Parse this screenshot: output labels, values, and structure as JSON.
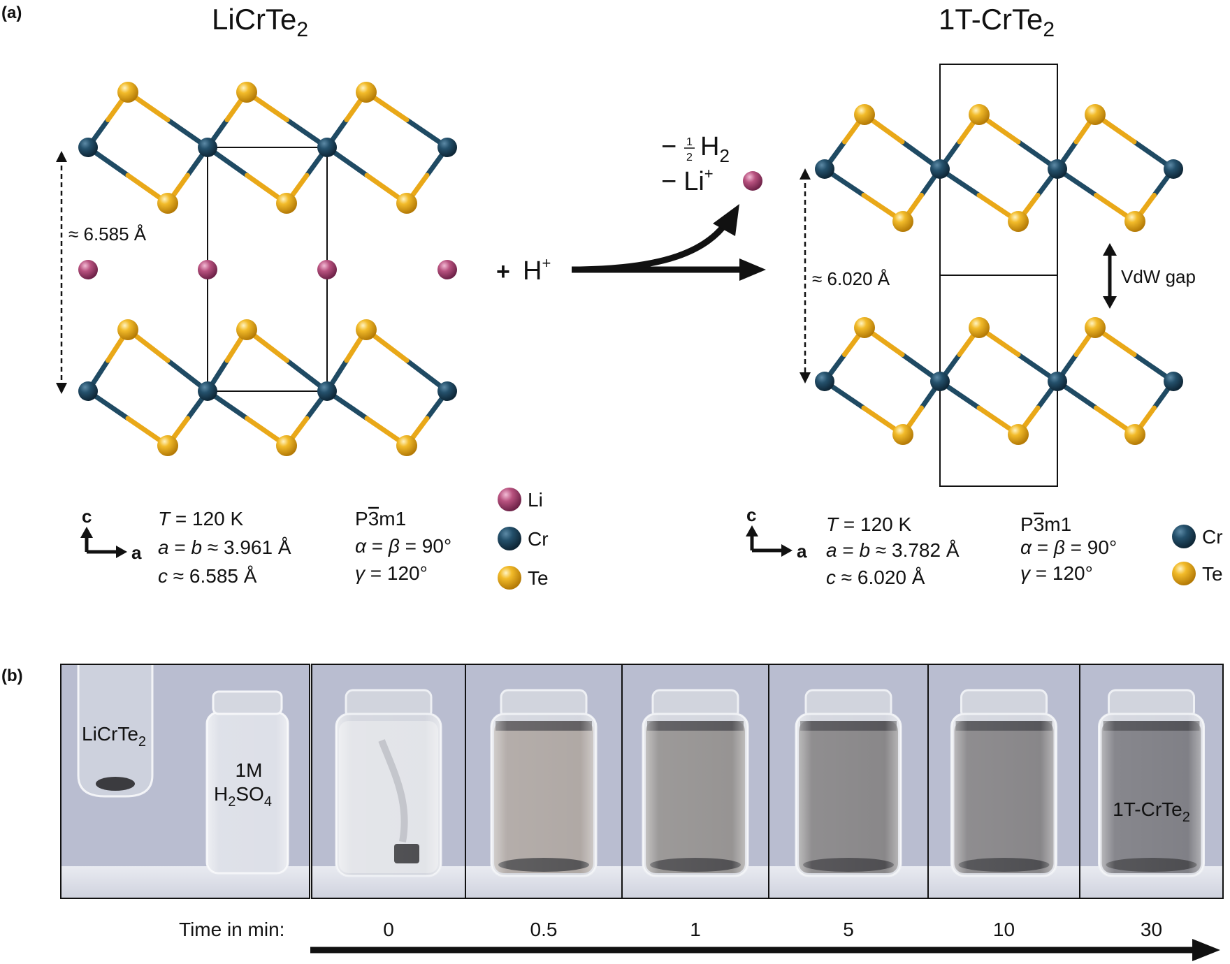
{
  "panel_a": {
    "label": "(a)",
    "left_structure": {
      "formula_main": "LiCrTe",
      "formula_sub": "2",
      "spacing_label": "≈ 6.585 Å",
      "axis_c": "c",
      "axis_a": "a",
      "params": {
        "T_sym": "T",
        "T_rest": " = 120 K",
        "ab_sym_a": "a",
        "ab_eq": " = ",
        "ab_sym_b": "b",
        "ab_rest": " ≈ 3.961 Å",
        "c_sym": "c",
        "c_rest": " ≈ 6.585 Å"
      },
      "space_group": "P3m1",
      "space_group_prefix": "P",
      "space_group_bar": "3",
      "space_group_suffix": "m1",
      "angles": {
        "alpha_beta_sym1": "α",
        "alpha_beta_eq": " = ",
        "alpha_beta_sym2": "β",
        "alpha_beta_rest": " = 90°",
        "gamma_sym": "γ",
        "gamma_rest": " = 120°"
      },
      "legend": [
        {
          "label": "Li",
          "color": "#b4507e"
        },
        {
          "label": "Cr",
          "color": "#1f4a63"
        },
        {
          "label": "Te",
          "color": "#e9a818"
        }
      ]
    },
    "reaction": {
      "reactant_plus": "+",
      "reactant": "H",
      "reactant_sup": "+",
      "product_h2_prefix": "−",
      "product_h2_num": "1",
      "product_h2_den": "2",
      "product_h2": "H",
      "product_h2_sub": "2",
      "product_li_prefix": "−",
      "product_li": "Li",
      "product_li_sup": "+"
    },
    "right_structure": {
      "formula_main": "1T-CrTe",
      "formula_sub": "2",
      "spacing_label": "≈ 6.020 Å",
      "gap_label": "VdW gap",
      "axis_c": "c",
      "axis_a": "a",
      "params": {
        "T_sym": "T",
        "T_rest": " = 120 K",
        "ab_sym_a": "a",
        "ab_eq": " = ",
        "ab_sym_b": "b",
        "ab_rest": " ≈ 3.782 Å",
        "c_sym": "c",
        "c_rest": " ≈ 6.020 Å"
      },
      "space_group_prefix": "P",
      "space_group_bar": "3",
      "space_group_suffix": "m1",
      "angles": {
        "alpha_beta_sym1": "α",
        "alpha_beta_eq": " = ",
        "alpha_beta_sym2": "β",
        "alpha_beta_rest": " = 90°",
        "gamma_sym": "γ",
        "gamma_rest": " = 120°"
      },
      "legend": [
        {
          "label": "Cr",
          "color": "#1f4a63"
        },
        {
          "label": "Te",
          "color": "#e9a818"
        }
      ]
    }
  },
  "panel_b": {
    "label": "(b)",
    "photo1": {
      "tube_label_main": "LiCrTe",
      "tube_label_sub": "2",
      "vial_label_line1": "1M",
      "vial_label_h": "H",
      "vial_label_h_sub": "2",
      "vial_label_so": "SO",
      "vial_label_so_sub": "4"
    },
    "final_label_main": "1T-CrTe",
    "final_label_sub": "2",
    "time_label": "Time in min:",
    "times": [
      "0",
      "0.5",
      "1",
      "5",
      "10",
      "30"
    ],
    "liquid_colors": [
      "#dfe1e6",
      "#a79f9b",
      "#8b8887",
      "#7c7a7c",
      "#7b797c",
      "#727279"
    ]
  },
  "colors": {
    "li": "#b4507e",
    "cr": "#1f4a63",
    "te": "#e9a818",
    "photo_bg": "#b9bdd0"
  }
}
